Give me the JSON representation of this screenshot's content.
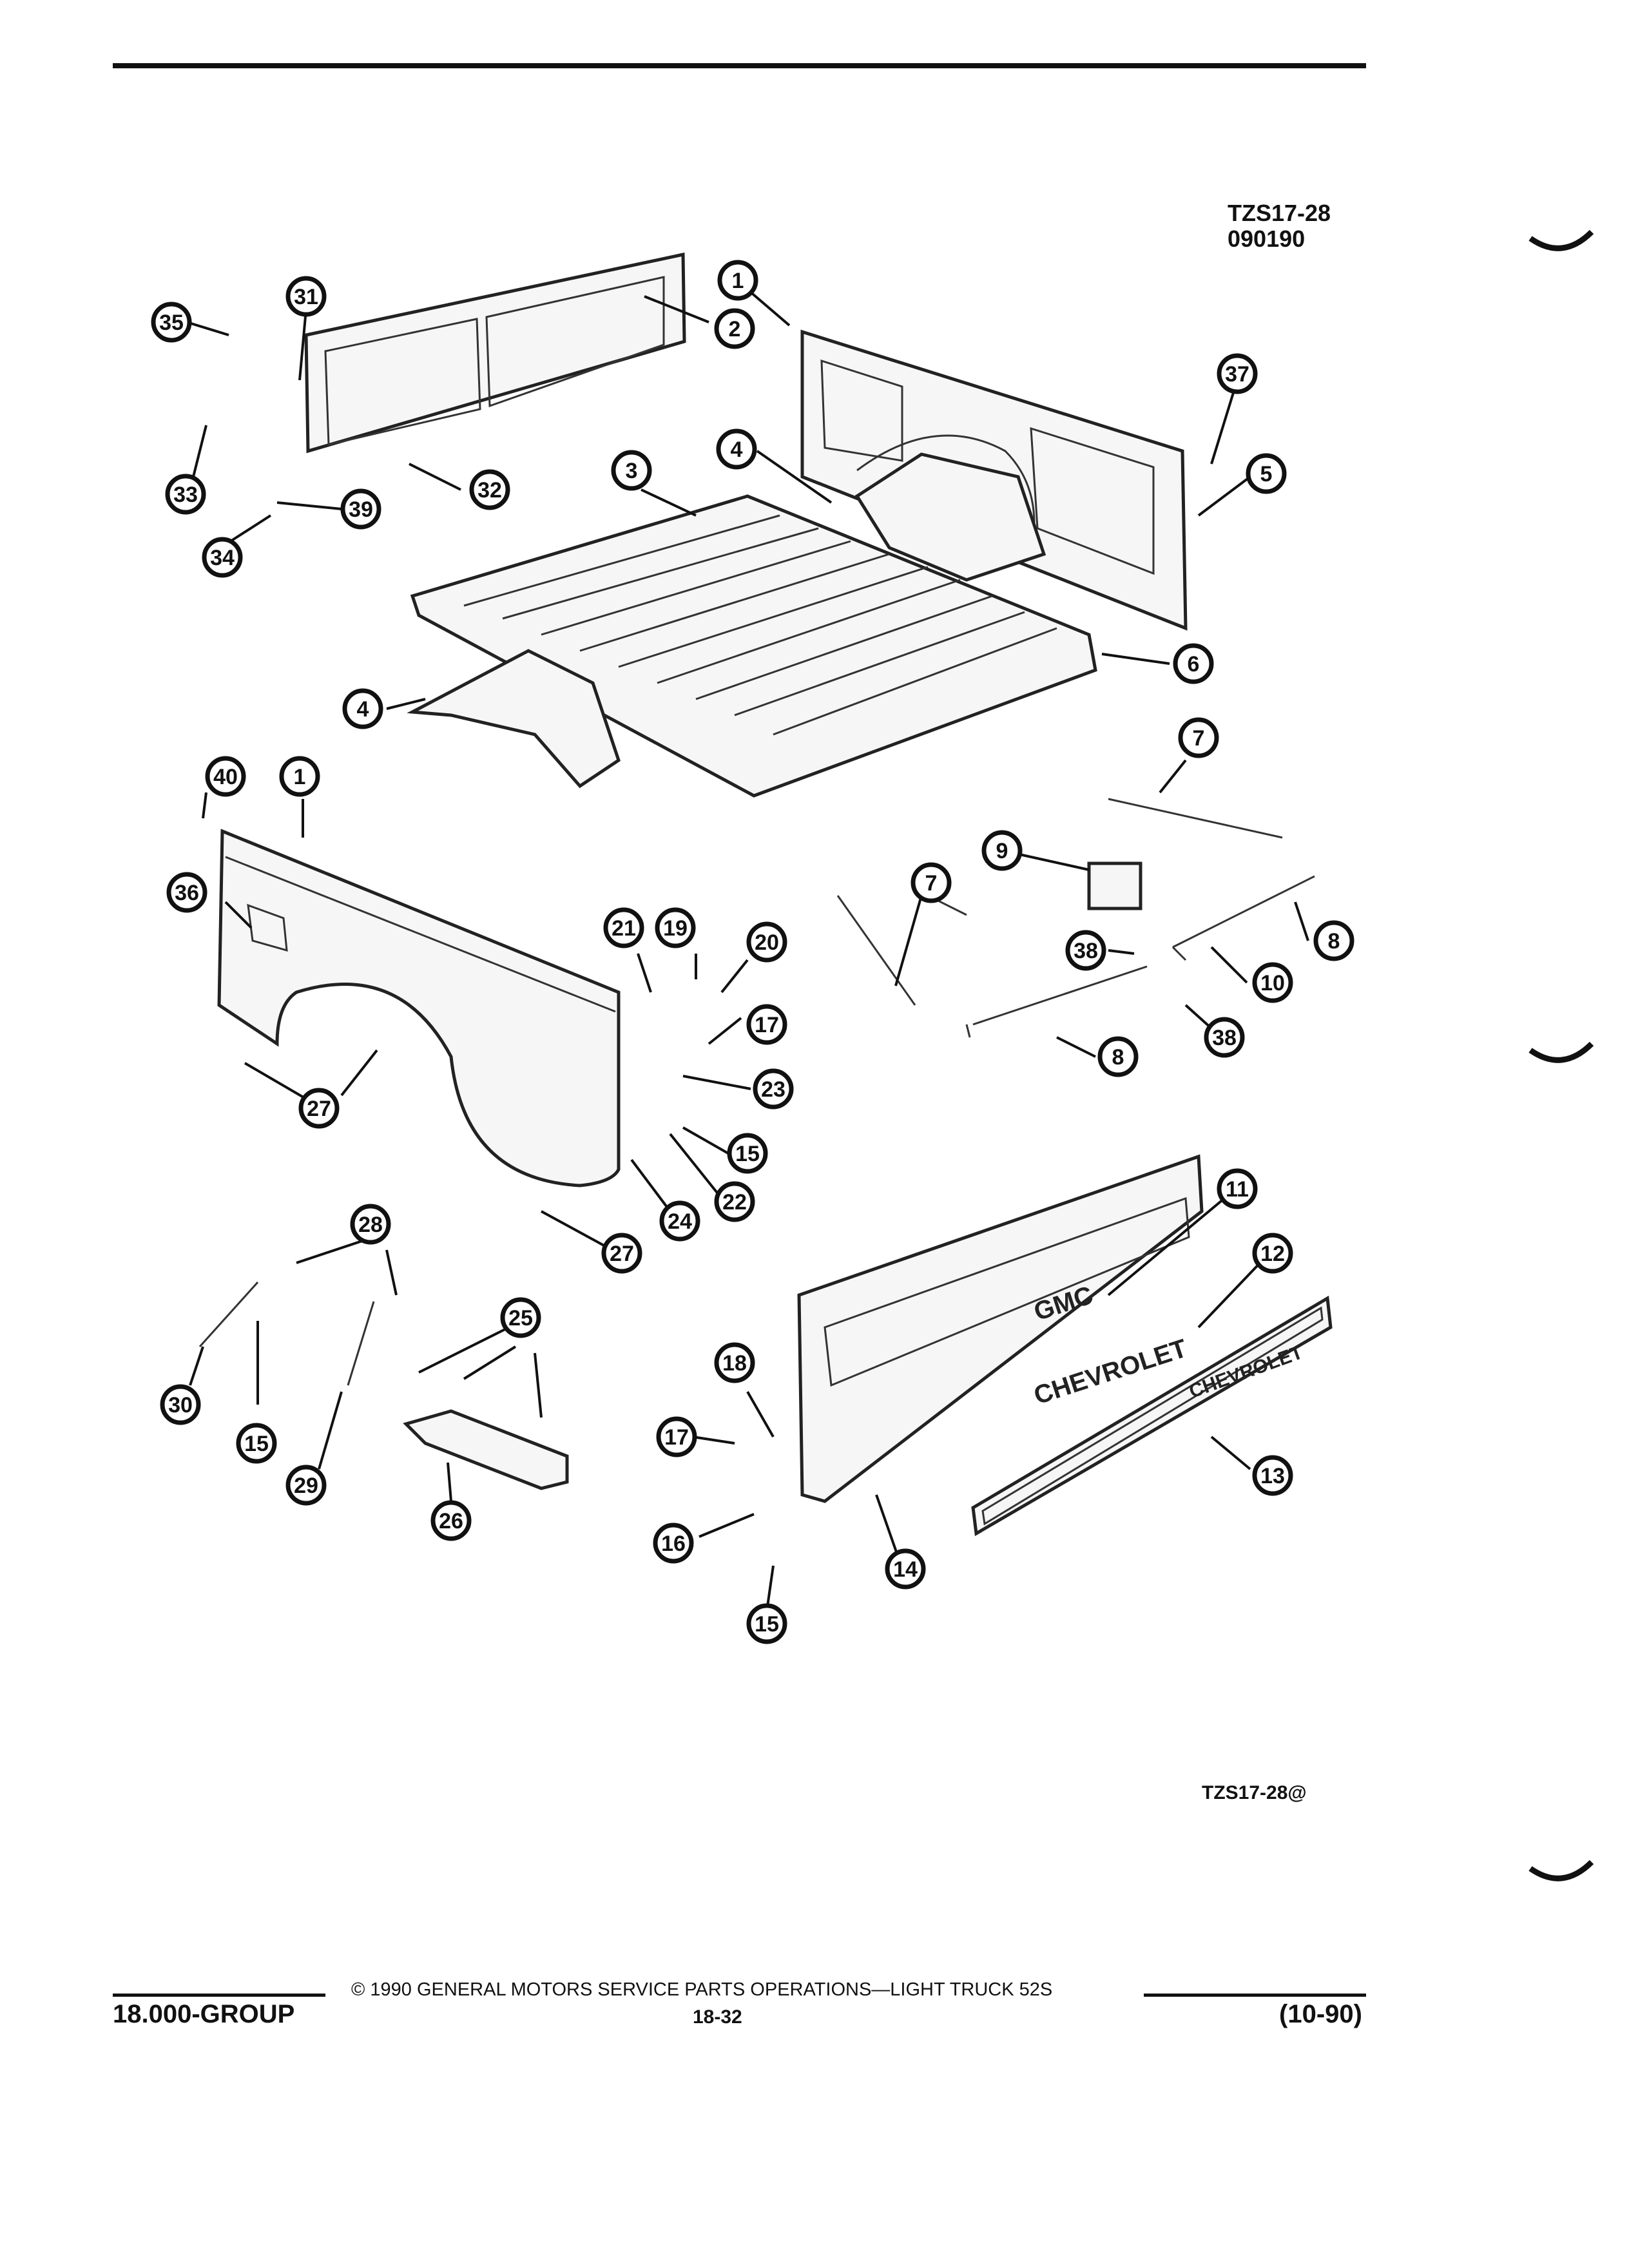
{
  "header": {
    "drawing_id": "TZS17-28",
    "drawing_date": "090190"
  },
  "figure": {
    "ref_code": "TZS17-28@",
    "badge_gmc": "GMC",
    "badge_chevrolet": "CHEVROLET",
    "callouts": [
      {
        "id": "c35a",
        "label": "35"
      },
      {
        "id": "c31",
        "label": "31"
      },
      {
        "id": "c2",
        "label": "2"
      },
      {
        "id": "c1a",
        "label": "1"
      },
      {
        "id": "c37",
        "label": "37"
      },
      {
        "id": "c5",
        "label": "5"
      },
      {
        "id": "c33",
        "label": "33"
      },
      {
        "id": "c32",
        "label": "32"
      },
      {
        "id": "c39",
        "label": "39"
      },
      {
        "id": "c34",
        "label": "34"
      },
      {
        "id": "c3",
        "label": "3"
      },
      {
        "id": "c4a",
        "label": "4"
      },
      {
        "id": "c6",
        "label": "6"
      },
      {
        "id": "c4b",
        "label": "4"
      },
      {
        "id": "c40",
        "label": "40"
      },
      {
        "id": "c1b",
        "label": "1"
      },
      {
        "id": "c7a",
        "label": "7"
      },
      {
        "id": "c36",
        "label": "36"
      },
      {
        "id": "c9",
        "label": "9"
      },
      {
        "id": "c7b",
        "label": "7"
      },
      {
        "id": "c8a",
        "label": "8"
      },
      {
        "id": "c21",
        "label": "21"
      },
      {
        "id": "c19",
        "label": "19"
      },
      {
        "id": "c20",
        "label": "20"
      },
      {
        "id": "c38a",
        "label": "38"
      },
      {
        "id": "c10",
        "label": "10"
      },
      {
        "id": "c17a",
        "label": "17"
      },
      {
        "id": "c38b",
        "label": "38"
      },
      {
        "id": "c8b",
        "label": "8"
      },
      {
        "id": "c23",
        "label": "23"
      },
      {
        "id": "c27a",
        "label": "27"
      },
      {
        "id": "c15a",
        "label": "15"
      },
      {
        "id": "c22",
        "label": "22"
      },
      {
        "id": "c24",
        "label": "24"
      },
      {
        "id": "c11",
        "label": "11"
      },
      {
        "id": "c27b",
        "label": "27"
      },
      {
        "id": "c28",
        "label": "28"
      },
      {
        "id": "c12",
        "label": "12"
      },
      {
        "id": "c25",
        "label": "25"
      },
      {
        "id": "c18",
        "label": "18"
      },
      {
        "id": "c30",
        "label": "30"
      },
      {
        "id": "c15b",
        "label": "15"
      },
      {
        "id": "c17b",
        "label": "17"
      },
      {
        "id": "c29",
        "label": "29"
      },
      {
        "id": "c26",
        "label": "26"
      },
      {
        "id": "c13",
        "label": "13"
      },
      {
        "id": "c16",
        "label": "16"
      },
      {
        "id": "c14",
        "label": "14"
      },
      {
        "id": "c15c",
        "label": "15"
      }
    ]
  },
  "footer": {
    "copyright": "© 1990 GENERAL MOTORS SERVICE PARTS OPERATIONS—LIGHT TRUCK 52S",
    "group": "18.000-GROUP",
    "page": "18-32",
    "revision": "(10-90)"
  }
}
